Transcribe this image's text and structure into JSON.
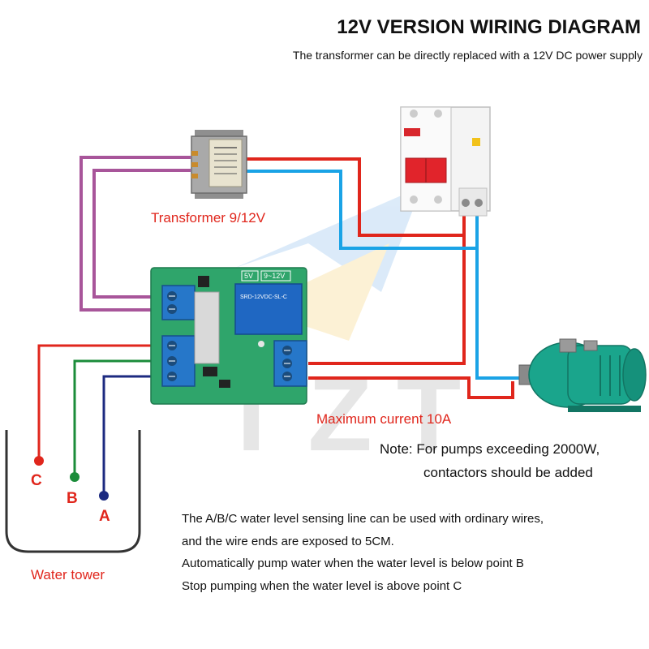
{
  "header": {
    "title": "12V VERSION WIRING DIAGRAM",
    "subtitle": "The transformer can be directly replaced with a 12V DC power supply"
  },
  "labels": {
    "transformer": "Transformer 9/12V",
    "max_current": "Maximum current 10A",
    "note_line1": "Note: For pumps exceeding 2000W,",
    "note_line2": "contactors should be added",
    "water_tower": "Water tower",
    "point_c": "C",
    "point_b": "B",
    "point_a": "A"
  },
  "description": [
    "The A/B/C water level sensing line can be used with ordinary wires,",
    "and the wire ends are exposed to 5CM.",
    "Automatically pump water when the water level is below point B",
    "Stop pumping when the water level is above point C"
  ],
  "module": {
    "voltage_badge_1": "5V",
    "voltage_badge_2": "9~12V",
    "relay_text": "SRD-12VDC-SL-C"
  },
  "watermark": "TZT",
  "colors": {
    "red_wire": "#e0261c",
    "blue_wire": "#1aa3e6",
    "purple_wire": "#a8559a",
    "green_wire": "#1b8c3a",
    "navy_wire": "#1c2a80",
    "board_green": "#2fa56b",
    "terminal_blue": "#2677c9",
    "pump_teal": "#1aa58c",
    "label_red": "#e0261c"
  },
  "icons": [
    "transformer-icon",
    "circuit-breaker-icon",
    "relay-module-icon",
    "water-pump-icon",
    "water-tower-icon"
  ]
}
